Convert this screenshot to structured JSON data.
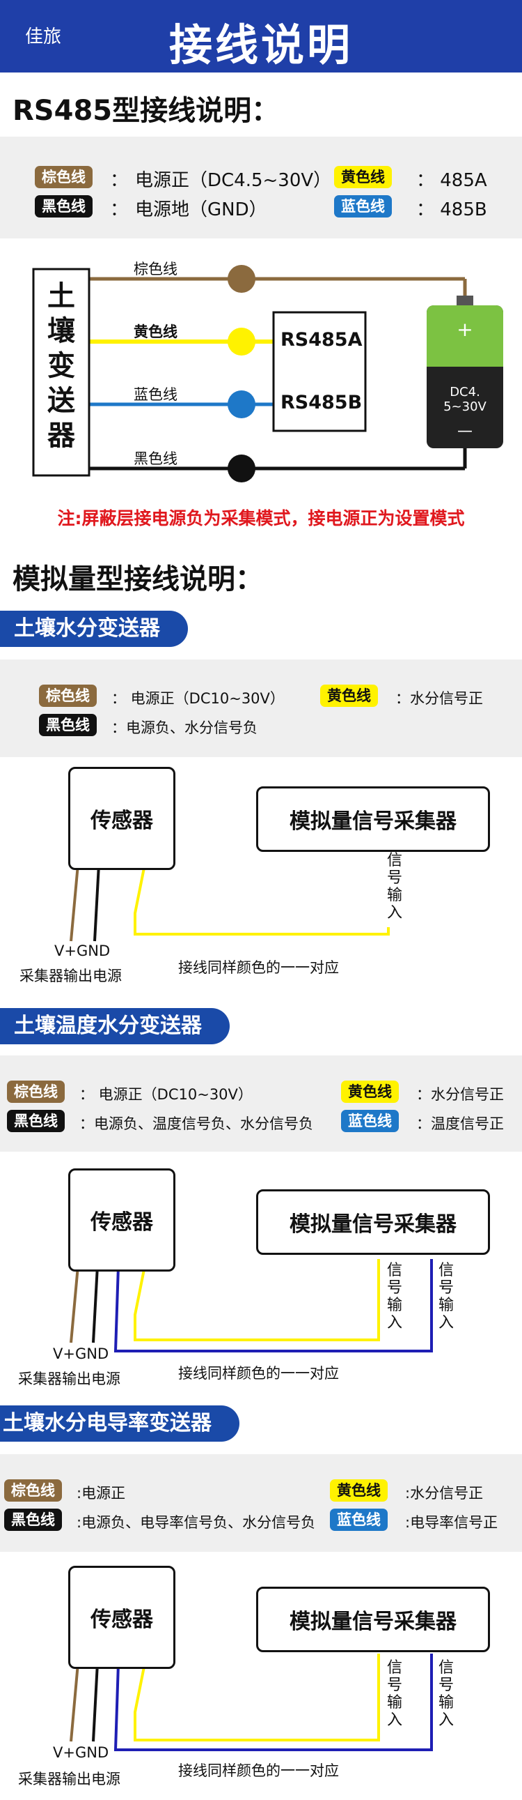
{
  "header": {
    "brand": "佳旅",
    "title": "接线说明"
  },
  "rs485": {
    "heading": "RS485型接线说明：",
    "legend": {
      "brown_tag": "棕色线",
      "brown_colon": "：",
      "brown_desc": "电源正（DC4.5~30V）",
      "yellow_tag": "黄色线",
      "yellow_desc": "： 485A",
      "black_tag": "黑色线",
      "black_colon": "：",
      "black_desc": "电源地（GND）",
      "blue_tag": "蓝色线",
      "blue_desc": "： 485B"
    },
    "diagram": {
      "device_label": "土壤变送器",
      "brown_label": "棕色线",
      "yellow_label": "黄色线",
      "blue_label": "蓝色线",
      "black_label": "黑色线",
      "rs485a": "RS485A",
      "rs485b": "RS485B",
      "battery_plus": "+",
      "battery_voltage": "DC4. 5~30V",
      "battery_minus": "—"
    },
    "note": "注:屏蔽层接电源负为采集模式，接电源正为设置模式"
  },
  "analog": {
    "heading": "模拟量型接线说明：",
    "common": {
      "sensor": "传感器",
      "collector": "模拟量信号采集器",
      "signal_input": "信号输入",
      "vgnd": "V+GND",
      "power_out": "采集器输出电源",
      "same_color": "接线同样颜色的一一对应"
    },
    "moisture": {
      "title": "土壤水分变送器",
      "brown_tag": "棕色线",
      "brown_desc": "：  电源正（DC10~30V）",
      "yellow_tag": "黄色线",
      "yellow_desc": "：水分信号正",
      "black_tag": "黑色线",
      "black_desc": "：电源负、水分信号负"
    },
    "temp_moisture": {
      "title": "土壤温度水分变送器",
      "brown_tag": "棕色线",
      "brown_desc": "：  电源正（DC10~30V）",
      "yellow_tag": "黄色线",
      "yellow_desc": "：水分信号正",
      "black_tag": "黑色线",
      "black_desc": "：电源负、温度信号负、水分信号负",
      "blue_tag": "蓝色线",
      "blue_desc": "：温度信号正"
    },
    "moisture_ec": {
      "title": "土壤水分电导率变送器",
      "brown_tag": "棕色线",
      "brown_desc": ":电源正",
      "yellow_tag": "黄色线",
      "yellow_desc": ":水分信号正",
      "black_tag": "黑色线",
      "black_desc": ":电源负、电导率信号负、水分信号负",
      "blue_tag": "蓝色线",
      "blue_desc": ":电导率信号正"
    }
  },
  "colors": {
    "header_blue": "#1f3fa8",
    "brown": "#8b6a3e",
    "yellow": "#fff200",
    "blue": "#1e78c8",
    "black": "#111111",
    "note_red": "#e0181e"
  }
}
